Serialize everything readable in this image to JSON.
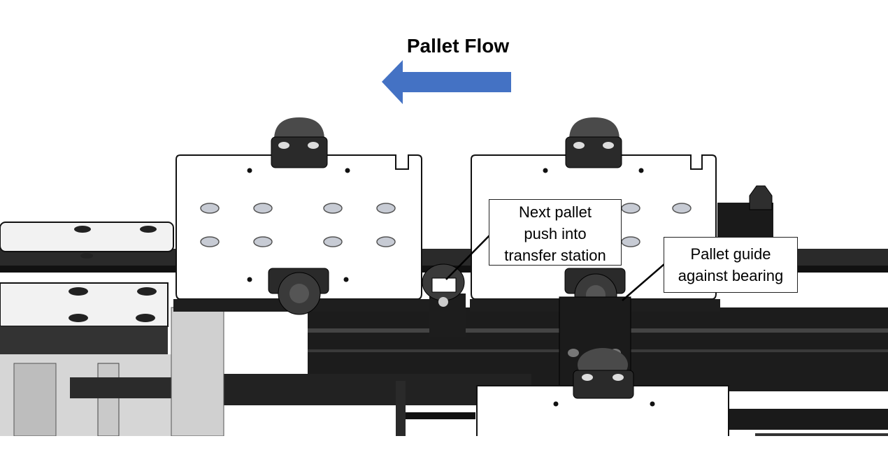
{
  "title": "Pallet Flow",
  "colors": {
    "arrow": "#4472C4",
    "machine_dark": "#1c1c1c",
    "plate": "#ffffff"
  },
  "callouts": [
    {
      "lines": [
        "Next pallet",
        "push into",
        "transfer station"
      ]
    },
    {
      "lines": [
        "Pallet guide",
        "against bearing"
      ]
    }
  ]
}
